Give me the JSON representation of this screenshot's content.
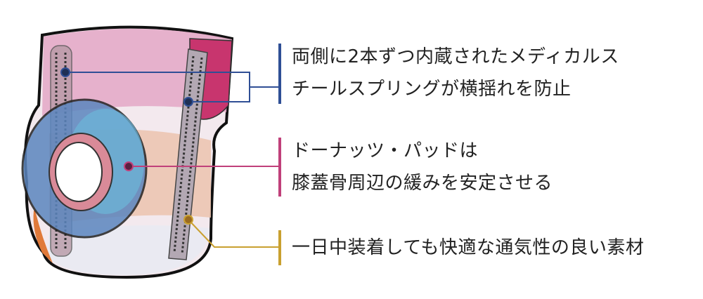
{
  "callouts": [
    {
      "lines": [
        "両側に2本ずつ内蔵されたメディカルス",
        "チールスプリングが横揺れを防止"
      ],
      "color": "#2f4f95"
    },
    {
      "lines": [
        "ドーナッツ・パッドは",
        "膝蓋骨周辺の緩みを安定させる"
      ],
      "color": "#c0407a"
    },
    {
      "lines": [
        "一日中装着しても快適な通気性の良い素材"
      ],
      "color": "#c9a030"
    }
  ]
}
